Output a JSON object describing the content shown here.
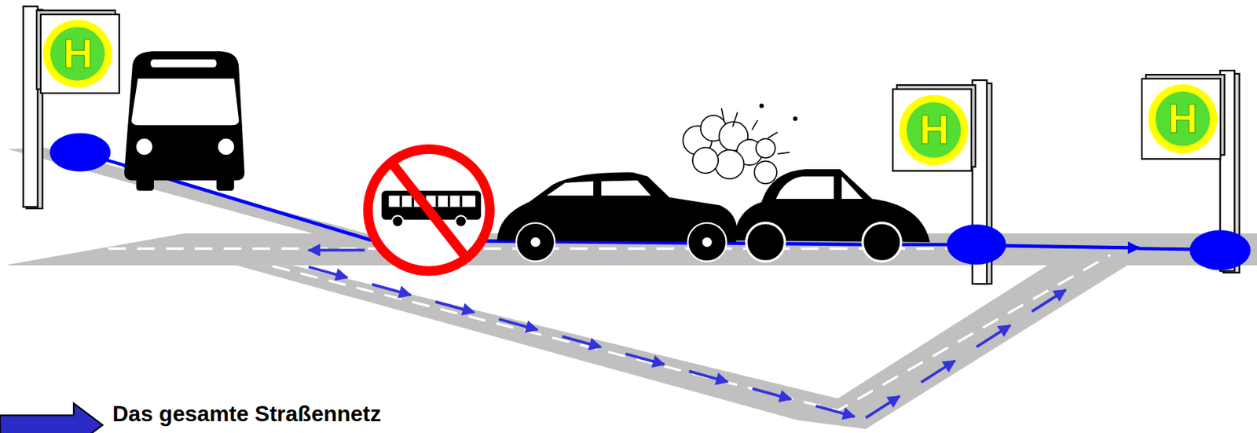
{
  "diagram": {
    "nodes": [
      {
        "text": [
          "H"
        ]
      },
      {
        "text": [
          "H"
        ]
      },
      {
        "text": [
          "H"
        ]
      }
    ],
    "edges": [
      {
        "from": 0,
        "to": 1,
        "arrow": "none"
      },
      {
        "from": 1,
        "to": 2,
        "arrow": "to"
      }
    ],
    "labels": [
      "Das gesamte Straßennetz"
    ]
  }
}
